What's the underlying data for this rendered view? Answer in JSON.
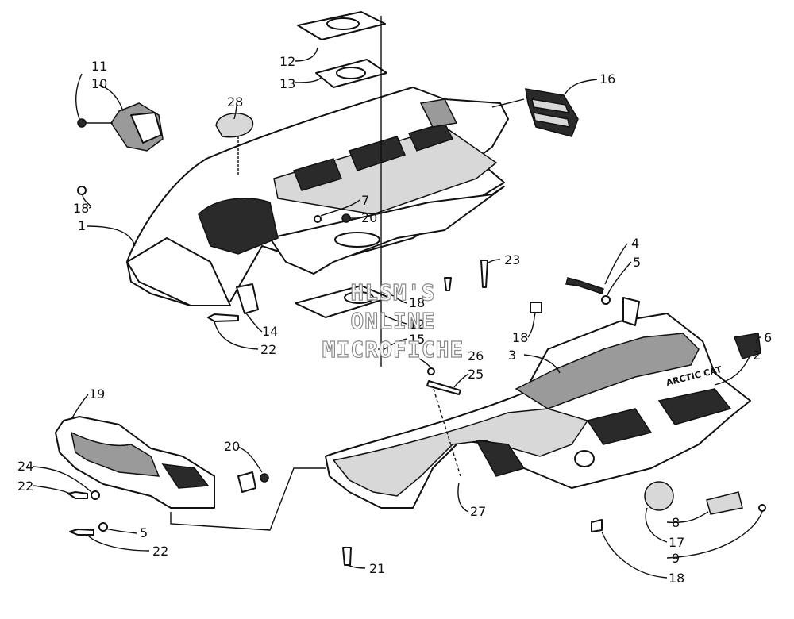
{
  "watermark": {
    "line1": "HLSM'S",
    "line2": "ONLINE",
    "line3": "MICROFICHE"
  },
  "hood_badge": "ARCTIC CAT",
  "callouts": [
    {
      "id": "c12a",
      "text": "12"
    },
    {
      "id": "c13",
      "text": "13"
    },
    {
      "id": "c11",
      "text": "11"
    },
    {
      "id": "c10",
      "text": "10"
    },
    {
      "id": "c28",
      "text": "28"
    },
    {
      "id": "c16",
      "text": "16"
    },
    {
      "id": "c18a",
      "text": "18"
    },
    {
      "id": "c1",
      "text": "1"
    },
    {
      "id": "c7",
      "text": "7"
    },
    {
      "id": "c20a",
      "text": "20"
    },
    {
      "id": "c23",
      "text": "23"
    },
    {
      "id": "c4",
      "text": "4"
    },
    {
      "id": "c5a",
      "text": "5"
    },
    {
      "id": "c14",
      "text": "14"
    },
    {
      "id": "c22a",
      "text": "22"
    },
    {
      "id": "c18b",
      "text": "18"
    },
    {
      "id": "c12b",
      "text": "12"
    },
    {
      "id": "c15",
      "text": "15"
    },
    {
      "id": "c18c",
      "text": "18"
    },
    {
      "id": "c6",
      "text": "6"
    },
    {
      "id": "c3",
      "text": "3"
    },
    {
      "id": "c26",
      "text": "26"
    },
    {
      "id": "c25",
      "text": "25"
    },
    {
      "id": "c2",
      "text": "2"
    },
    {
      "id": "c19",
      "text": "19"
    },
    {
      "id": "c20b",
      "text": "20"
    },
    {
      "id": "c24",
      "text": "24"
    },
    {
      "id": "c22b",
      "text": "22"
    },
    {
      "id": "c27",
      "text": "27"
    },
    {
      "id": "c5b",
      "text": "5"
    },
    {
      "id": "c22c",
      "text": "22"
    },
    {
      "id": "c8",
      "text": "8"
    },
    {
      "id": "c17",
      "text": "17"
    },
    {
      "id": "c21",
      "text": "21"
    },
    {
      "id": "c9",
      "text": "9"
    },
    {
      "id": "c18d",
      "text": "18"
    }
  ]
}
